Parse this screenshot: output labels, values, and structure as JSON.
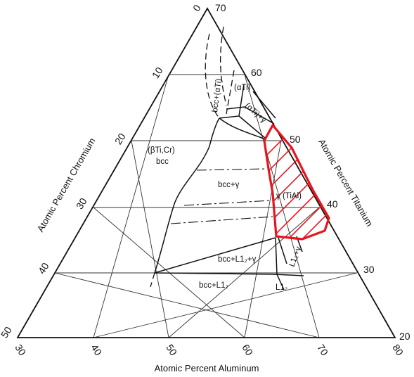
{
  "diagram": {
    "axes": {
      "chromium": "Atomic Percent Chromium",
      "titanium": "Atomic Percent Titanium",
      "aluminum": "Atomic Percent Aluminum"
    },
    "ticks": {
      "left": [
        "0",
        "10",
        "20",
        "30",
        "40",
        "50"
      ],
      "right": [
        "70",
        "60",
        "50",
        "40",
        "30",
        "20"
      ],
      "bottom": [
        "30",
        "40",
        "50",
        "60",
        "70",
        "80"
      ]
    },
    "regions": {
      "alpha_ti": "(αTi)",
      "bcc_alpha": "bcc+(αTi)",
      "alpha_gamma": "(αTi)+γ",
      "beta_ti_cr": "(βTi,Cr)",
      "bcc": "bcc",
      "bcc_gamma": "bcc+γ",
      "gamma_tial": "γ (TiAl)",
      "bcc_l12_gamma": "bcc+L1₂+γ",
      "l12_gamma": "L1₂+γ",
      "bcc_l12": "bcc+L1₂",
      "l12": "L1₂"
    },
    "highlight_color": "#e8141b",
    "line_color": "#111111"
  }
}
